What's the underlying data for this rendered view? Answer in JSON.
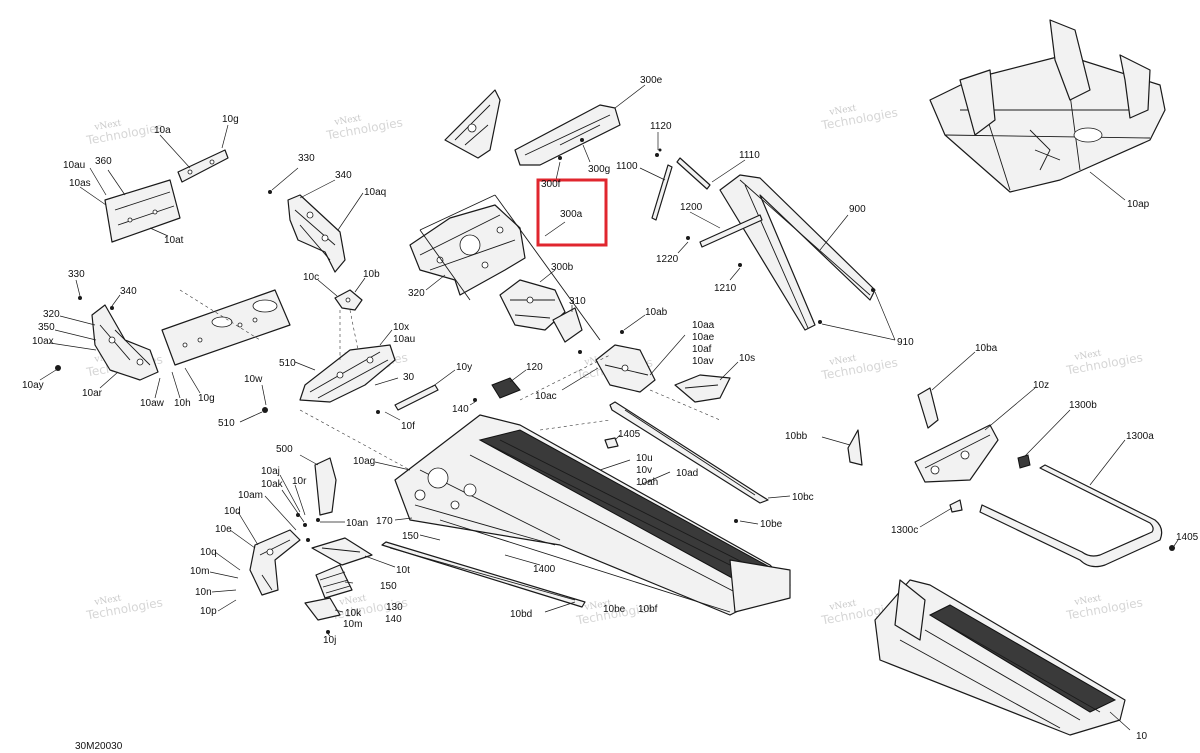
{
  "watermark": {
    "line1": "vNext",
    "line2": "Technologies"
  },
  "diagram_code": "30M20030",
  "highlight": {
    "label": "300a",
    "color": "#e0262e"
  },
  "labels": {
    "l300e": "300e",
    "l300f": "300f",
    "l300g": "300g",
    "l300a": "300a",
    "l300b": "300b",
    "l310": "310",
    "l320": "320",
    "l1120": "1120",
    "l1100": "1100",
    "l1110": "1110",
    "l1200": "1200",
    "l1220": "1220",
    "l1210": "1210",
    "l900": "900",
    "l910": "910",
    "l10ap": "10ap",
    "l10g_a": "10g",
    "l10a": "10a",
    "l360": "360",
    "l10au_a": "10au",
    "l10as": "10as",
    "l10at": "10at",
    "l330_a": "330",
    "l340_a": "340",
    "l10aq": "10aq",
    "l10c": "10c",
    "l10b": "10b",
    "l330_b": "330",
    "l340_b": "340",
    "l320_b": "320",
    "l350": "350",
    "l10ax": "10ax",
    "l10ay": "10ay",
    "l10ar": "10ar",
    "l10aw": "10aw",
    "l10h": "10h",
    "l10g_b": "10g",
    "l10x": "10x",
    "l10au_b": "10au",
    "l510_a": "510",
    "l10w": "10w",
    "l510_b": "510",
    "l30": "30",
    "l10f": "10f",
    "l10y": "10y",
    "l140_a": "140",
    "l120": "120",
    "l10ac": "10ac",
    "l10ab": "10ab",
    "l10aa": "10aa",
    "l10ae": "10ae",
    "l10af": "10af",
    "l10av": "10av",
    "l10s": "10s",
    "l10ba": "10ba",
    "l10z": "10z",
    "l1300b": "1300b",
    "l1300a": "1300a",
    "l10bb": "10bb",
    "l1300c": "1300c",
    "l1405_b": "1405",
    "l1405_a": "1405",
    "l10u": "10u",
    "l10v": "10v",
    "l10ah": "10ah",
    "l10ad": "10ad",
    "l10bc": "10bc",
    "l10be": "10be",
    "l10ag": "10ag",
    "l170": "170",
    "l150_a": "150",
    "l1400": "1400",
    "l10bd": "10bd",
    "l10be_b": "10be",
    "l10bf": "10bf",
    "l500": "500",
    "l10aj": "10aj",
    "l10ak": "10ak",
    "l10r": "10r",
    "l10am": "10am",
    "l10d": "10d",
    "l10an": "10an",
    "l10e": "10e",
    "l10q": "10q",
    "l10m_a": "10m",
    "l10n": "10n",
    "l10p": "10p",
    "l10t": "10t",
    "l150_b": "150",
    "l10k": "10k",
    "l130": "130",
    "l140_b": "140",
    "l10m_b": "10m",
    "l10j": "10j",
    "l10": "10"
  }
}
